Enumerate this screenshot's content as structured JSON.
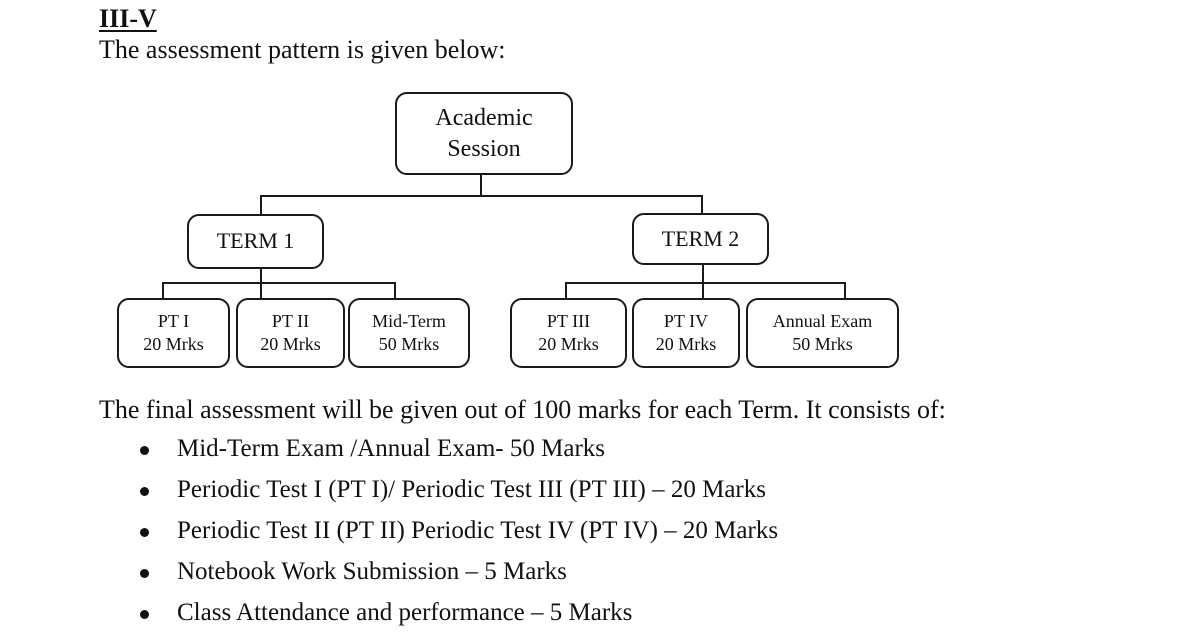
{
  "heading": "III-V",
  "intro": "The assessment pattern is given below:",
  "diagram": {
    "root": {
      "line1": "Academic",
      "line2": "Session"
    },
    "terms": [
      {
        "label": "TERM 1",
        "components": [
          {
            "name": "PT I",
            "marks": "20 Mrks"
          },
          {
            "name": "PT II",
            "marks": "20 Mrks"
          },
          {
            "name": "Mid-Term",
            "marks": "50 Mrks"
          }
        ]
      },
      {
        "label": "TERM 2",
        "components": [
          {
            "name": "PT III",
            "marks": "20 Mrks"
          },
          {
            "name": "PT IV",
            "marks": "20 Mrks"
          },
          {
            "name": "Annual Exam",
            "marks": "50 Mrks"
          }
        ]
      }
    ]
  },
  "summary": "The final assessment will be given out of 100 marks for each Term. It consists of:",
  "bullets": [
    "Mid-Term Exam /Annual Exam- 50 Marks",
    "Periodic Test I (PT I)/ Periodic Test III (PT III) – 20 Marks",
    "Periodic Test II (PT II) Periodic Test IV (PT IV) – 20 Marks",
    "Notebook Work Submission – 5 Marks",
    "Class Attendance and performance – 5 Marks"
  ]
}
